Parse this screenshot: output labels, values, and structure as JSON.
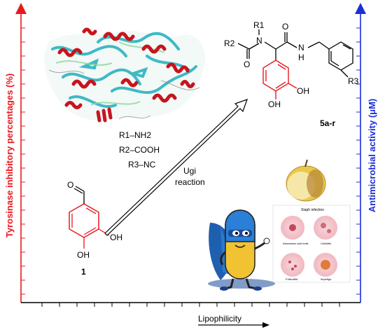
{
  "axes": {
    "left_title": "Tyrosinase inhibitory percentages (%)",
    "right_title": "Antimicrobial activity (μM)",
    "bottom_title": "Lipophilicity",
    "left_color": "#e8191f",
    "right_color": "#1b2fd6"
  },
  "reagents": {
    "r1": "R1–NH2",
    "r2": "R2–COOH",
    "r3": "R3–NC"
  },
  "reaction": {
    "line1": "Ugi",
    "line2": "reaction"
  },
  "compounds": {
    "start_label": "1",
    "product_label": "5a-r"
  },
  "structure_labels": {
    "oh": "OH",
    "ho": "OH",
    "o": "O",
    "n": "N",
    "h": "H",
    "r1": "R1",
    "r2": "R2",
    "r3": "R3"
  },
  "infection_panel": {
    "title": "Staph infection",
    "items": [
      "Abscesses and boils",
      "Cellulitis",
      "Folliculitis",
      "Impetigo"
    ]
  },
  "colors": {
    "protein_ribbon": "#2bb3c0",
    "protein_helix": "#c8141e",
    "apple": "#e8c84a",
    "pill_top": "#2a7fd6",
    "pill_bottom": "#f1c232",
    "cape": "#1f5fb0"
  }
}
